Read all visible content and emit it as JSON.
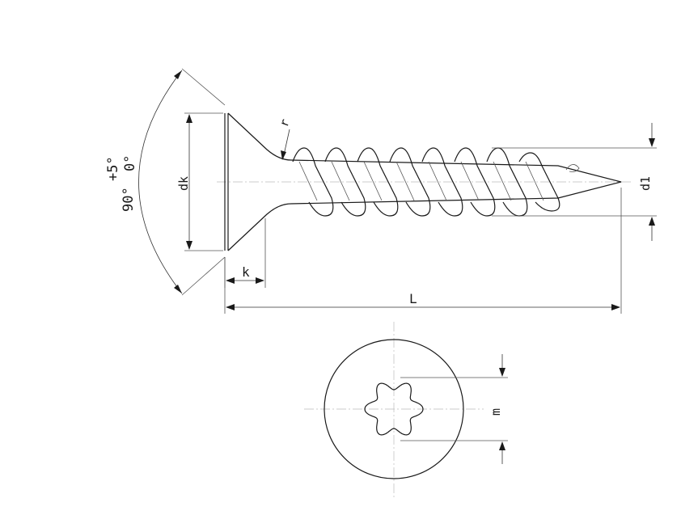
{
  "labels": {
    "dk": "dk",
    "d1": "d1",
    "k": "k",
    "L": "L",
    "r": "r",
    "m": "m",
    "angle_main": "90°",
    "tol_upper": "+5°",
    "tol_lower": "0°"
  },
  "colors": {
    "line": "#1a1a1a",
    "centerline": "#bbbbbb",
    "background": "#ffffff"
  },
  "icons": {
    "drive": "torx-drive-icon"
  }
}
